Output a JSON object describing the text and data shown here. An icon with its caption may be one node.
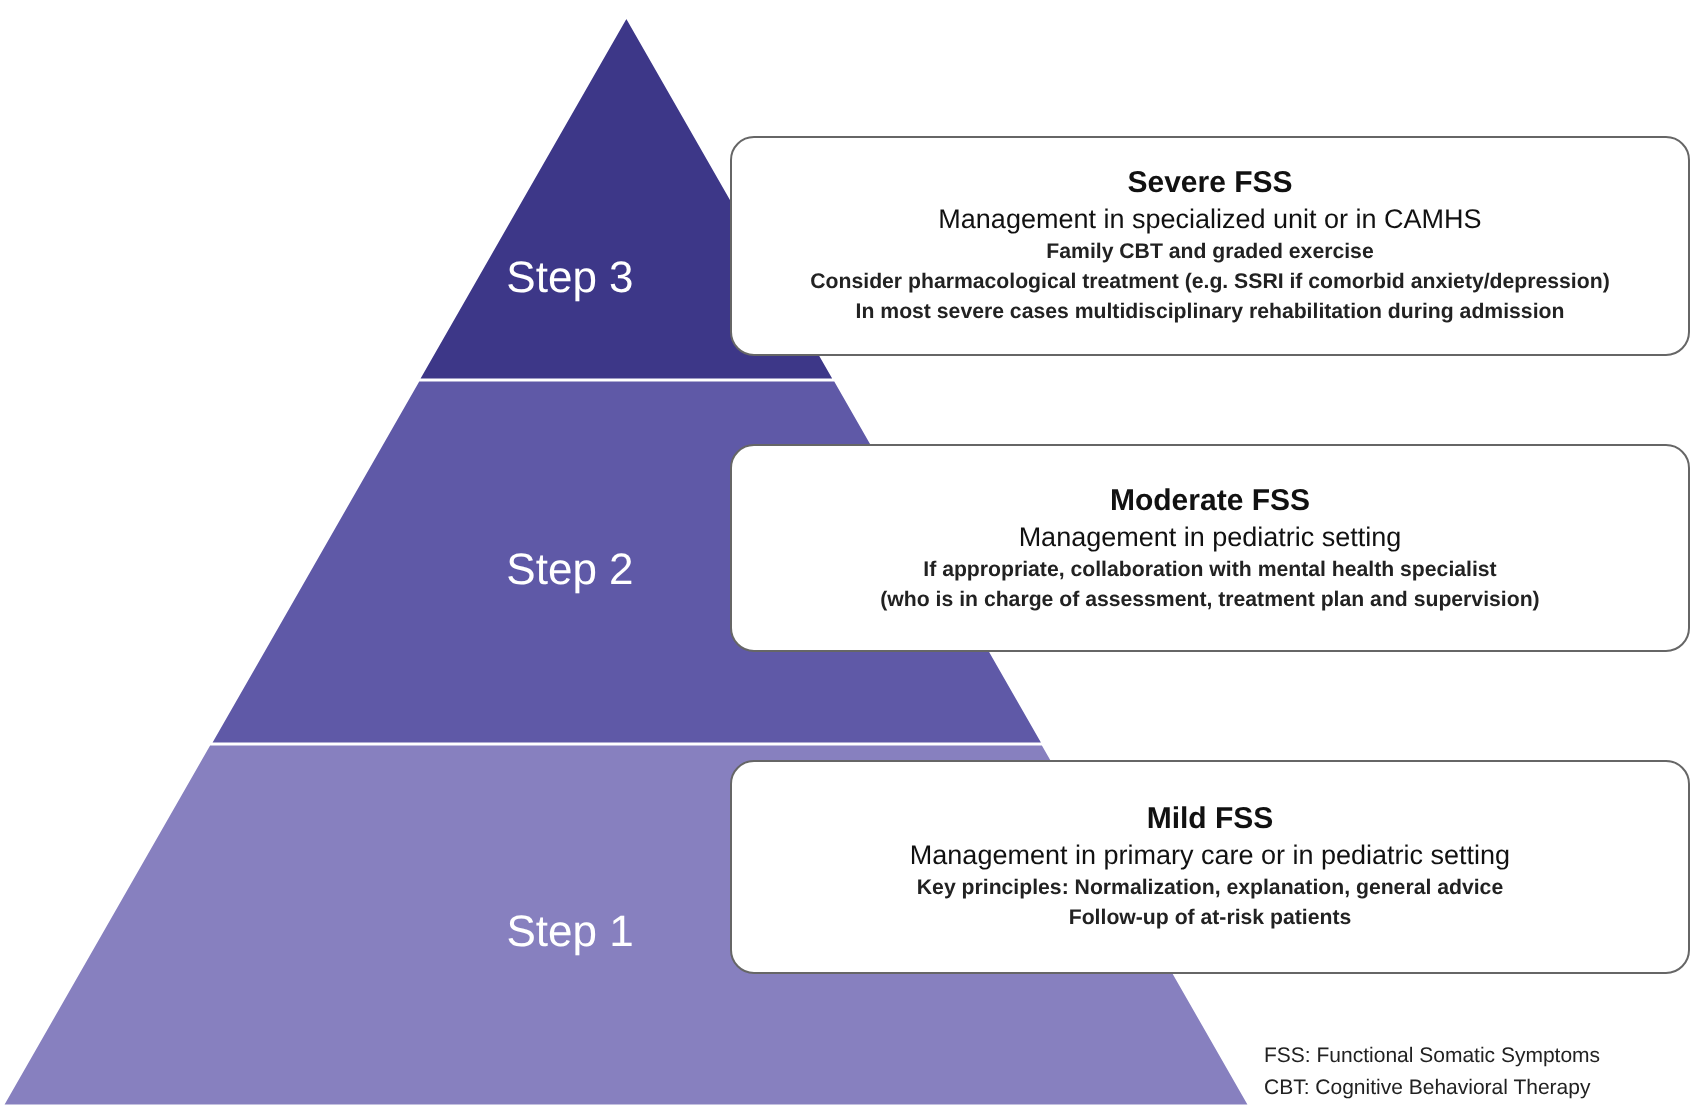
{
  "diagram": {
    "nodes": [
      {
        "text": [
          "Step 3"
        ]
      },
      {
        "text": [
          "Step 2"
        ]
      },
      {
        "text": [
          "Step 1"
        ]
      },
      {
        "text": [
          "Severe FSS",
          "Management in specialized unit or in CAMHS",
          "Family CBT and graded exercise",
          "Consider pharmacological treatment (e.g. SSRI if comorbid anxiety/depression)",
          "In most severe cases multidisciplinary rehabilitation during admission"
        ]
      },
      {
        "text": [
          "Moderate FSS",
          "Management in pediatric setting",
          "If appropriate, collaboration with mental health specialist",
          "(who is in charge of assessment, treatment plan and supervision)"
        ]
      },
      {
        "text": [
          "Mild FSS",
          "Management in primary care or in pediatric setting",
          "Key principles: Normalization, explanation, general advice",
          "Follow-up of at-risk patients"
        ]
      }
    ],
    "labels": [
      "FSS: Functional Somatic Symptoms",
      "CBT: Cognitive Behavioral Therapy"
    ]
  }
}
